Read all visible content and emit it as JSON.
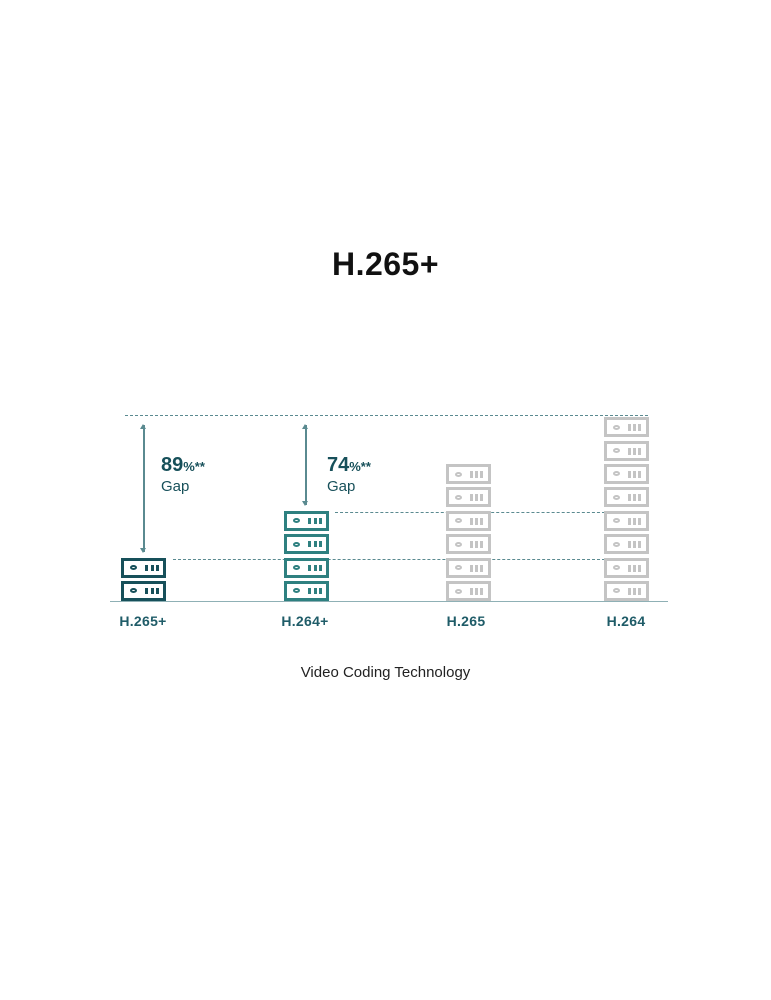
{
  "title": "H.265+",
  "colors": {
    "h265plus": "#17505a",
    "h264plus": "#2e8080",
    "inactive": "#c4c4c4",
    "guide_line": "#5a8a90",
    "baseline": "#8fb0b5",
    "label_text": "#1f5c68"
  },
  "annotations": [
    {
      "value": "89",
      "unit": "%**",
      "label": "Gap"
    },
    {
      "value": "74",
      "unit": "%**",
      "label": "Gap"
    }
  ],
  "x_axis": {
    "title": "Video Coding Technology",
    "labels": [
      "H.265+",
      "H.264+",
      "H.265",
      "H.264"
    ]
  },
  "chart_data": {
    "type": "bar",
    "title": "H.265+",
    "xlabel": "Video Coding Technology",
    "ylabel": "",
    "categories": [
      "H.265+",
      "H.264+",
      "H.265",
      "H.264"
    ],
    "values": [
      2,
      4,
      6,
      8
    ],
    "value_unit": "storage server units (icon count)",
    "annotations": [
      {
        "from": "H.265+",
        "to": "H.264",
        "text": "89%** Gap"
      },
      {
        "from": "H.264+",
        "to": "H.264",
        "text": "74%** Gap"
      }
    ],
    "ylim": [
      0,
      8
    ],
    "grid": false,
    "legend": null
  }
}
